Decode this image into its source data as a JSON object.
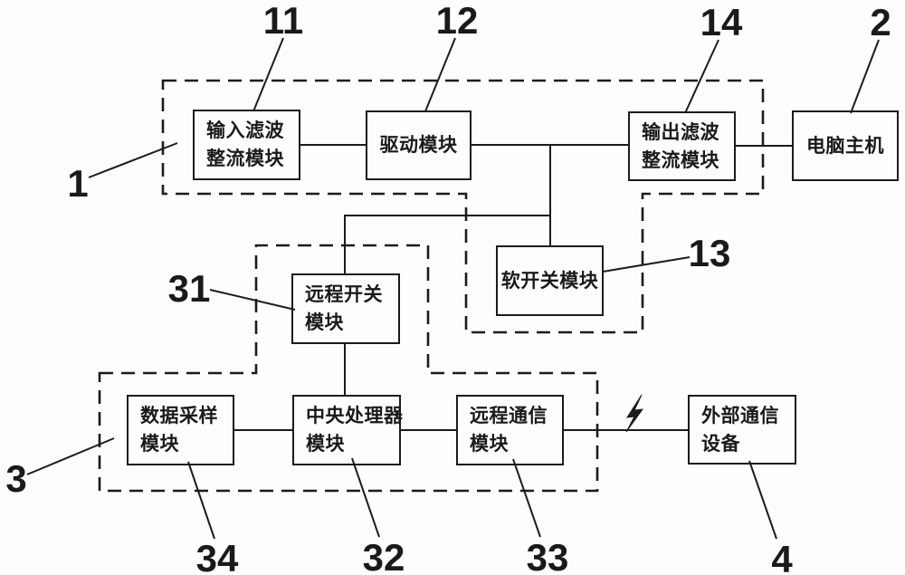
{
  "figure": {
    "colors": {
      "ink": "#1a1a1a",
      "background": "#fdfdfd"
    },
    "blocks": {
      "input_filter": {
        "lines": [
          "输入滤波",
          "整流模块"
        ]
      },
      "drive": {
        "lines": [
          "驱动模块"
        ]
      },
      "output_filter": {
        "lines": [
          "输出滤波",
          "整流模块"
        ]
      },
      "computer_host": {
        "lines": [
          "电脑主机"
        ]
      },
      "soft_switch": {
        "lines": [
          "软开关模块"
        ]
      },
      "remote_switch": {
        "lines": [
          "远程开关",
          "模块"
        ]
      },
      "data_sampling": {
        "lines": [
          "数据采样",
          "模块"
        ]
      },
      "cpu": {
        "lines": [
          "中央处理器",
          "模块"
        ]
      },
      "remote_comm": {
        "lines": [
          "远程通信",
          "模块"
        ]
      },
      "external_comm": {
        "lines": [
          "外部通信",
          "设备"
        ]
      }
    },
    "ref_labels": {
      "n1": "1",
      "n2": "2",
      "n3": "3",
      "n4": "4",
      "n11": "11",
      "n12": "12",
      "n13": "13",
      "n14": "14",
      "n31": "31",
      "n32": "32",
      "n33": "33",
      "n34": "34"
    },
    "icons": {
      "wireless_link": "lightning-bolt"
    }
  }
}
